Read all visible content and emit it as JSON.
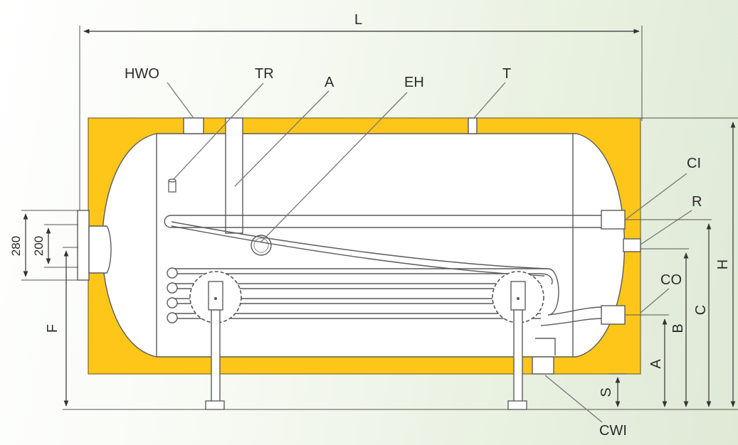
{
  "labels": {
    "L": "L",
    "HWO": "HWO",
    "TR": "TR",
    "A_top": "A",
    "EH": "EH",
    "T": "T",
    "CI": "CI",
    "R": "R",
    "CO": "CO",
    "CWI": "CWI",
    "H": "H",
    "C": "C",
    "B": "B",
    "A_side": "A",
    "S": "S",
    "F": "F",
    "d280": "280",
    "d200": "200"
  },
  "colors": {
    "insulation": "#FFC61A",
    "tank": "#FFFFFF",
    "outline": "#5A5A5A",
    "dimension": "#333333"
  }
}
